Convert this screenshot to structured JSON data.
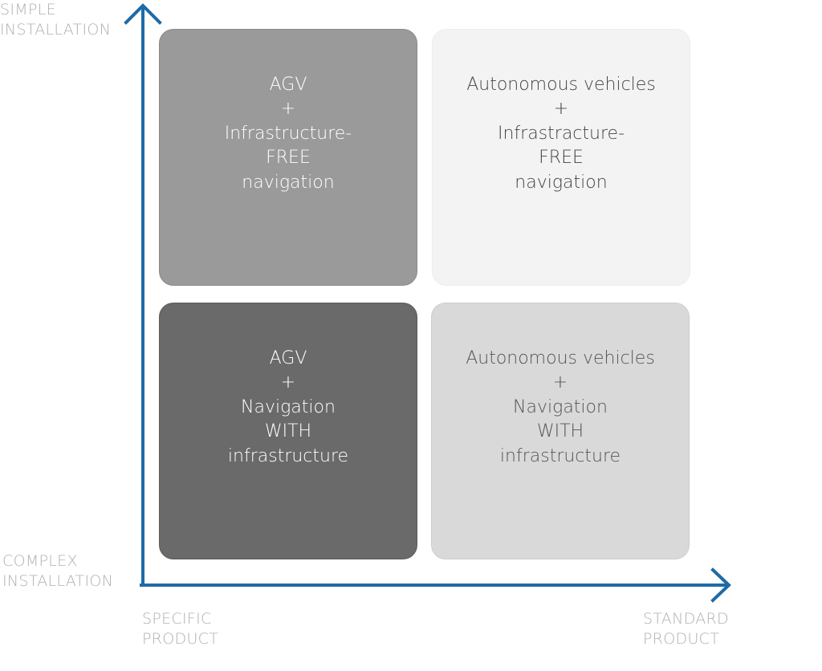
{
  "axes": {
    "color": "#1f6aa5",
    "y_top_label": [
      "SIMPLE",
      "INSTALLATION"
    ],
    "y_bottom_label": [
      "COMPLEX",
      "INSTALLATION"
    ],
    "x_left_label": [
      "SPECIFIC",
      "PRODUCT"
    ],
    "x_right_label": [
      "STANDARD",
      "PRODUCT"
    ]
  },
  "quadrants": {
    "top_left": {
      "lines": [
        "AGV",
        "+",
        "Infrastructure-",
        "FREE",
        "navigation"
      ],
      "fill": "#9a9a9a"
    },
    "top_right": {
      "lines": [
        "Autonomous vehicles",
        "+",
        "Infrastracture-",
        "FREE",
        "navigation"
      ],
      "fill": "#f3f3f3"
    },
    "bottom_left": {
      "lines": [
        "AGV",
        "+",
        "Navigation",
        "WITH",
        "infrastructure"
      ],
      "fill": "#6a6a6a"
    },
    "bottom_right": {
      "lines": [
        "Autonomous vehicles",
        "+",
        "Navigation",
        "WITH",
        "infrastructure"
      ],
      "fill": "#d9d9d9"
    }
  }
}
